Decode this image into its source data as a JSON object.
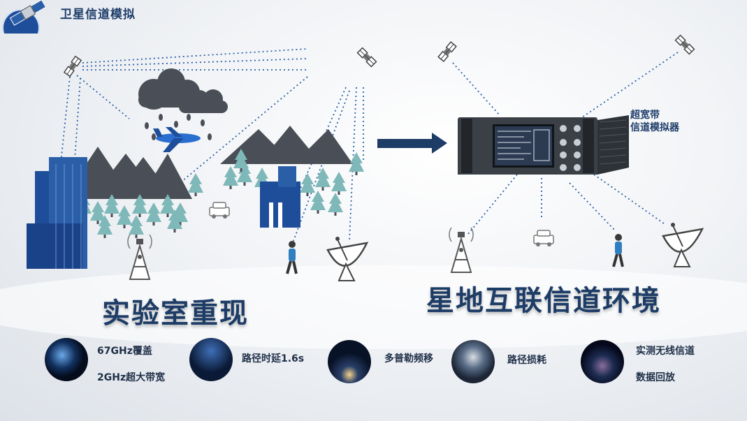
{
  "header": {
    "title": "卫星信道模拟",
    "logo_icon": "satellite-earth-icon"
  },
  "lab": {
    "title": "实验室重现"
  },
  "environment": {
    "title": "星地互联信道环境"
  },
  "device": {
    "label_line1": "超宽带",
    "label_line2": "信道模拟器",
    "icon": "channel-emulator-icon"
  },
  "features": [
    {
      "line1": "67GHz覆盖",
      "line2": "2GHz超大带宽",
      "icon": "earth-night-icon"
    },
    {
      "line1": "路径时延1.6s",
      "line2": "",
      "icon": "night-sky-icon"
    },
    {
      "line1": "多普勒频移",
      "line2": "",
      "icon": "city-lights-icon"
    },
    {
      "line1": "路径损耗",
      "line2": "",
      "icon": "dish-antenna-icon"
    },
    {
      "line1": "实测无线信道",
      "line2": "数据回放",
      "icon": "milky-way-icon"
    }
  ],
  "colors": {
    "primary": "#1d3c66",
    "building": "#1e4d9a",
    "tree": "#7fb8b8",
    "mountain": "#4a4f57",
    "link": "#2a5fa8"
  }
}
